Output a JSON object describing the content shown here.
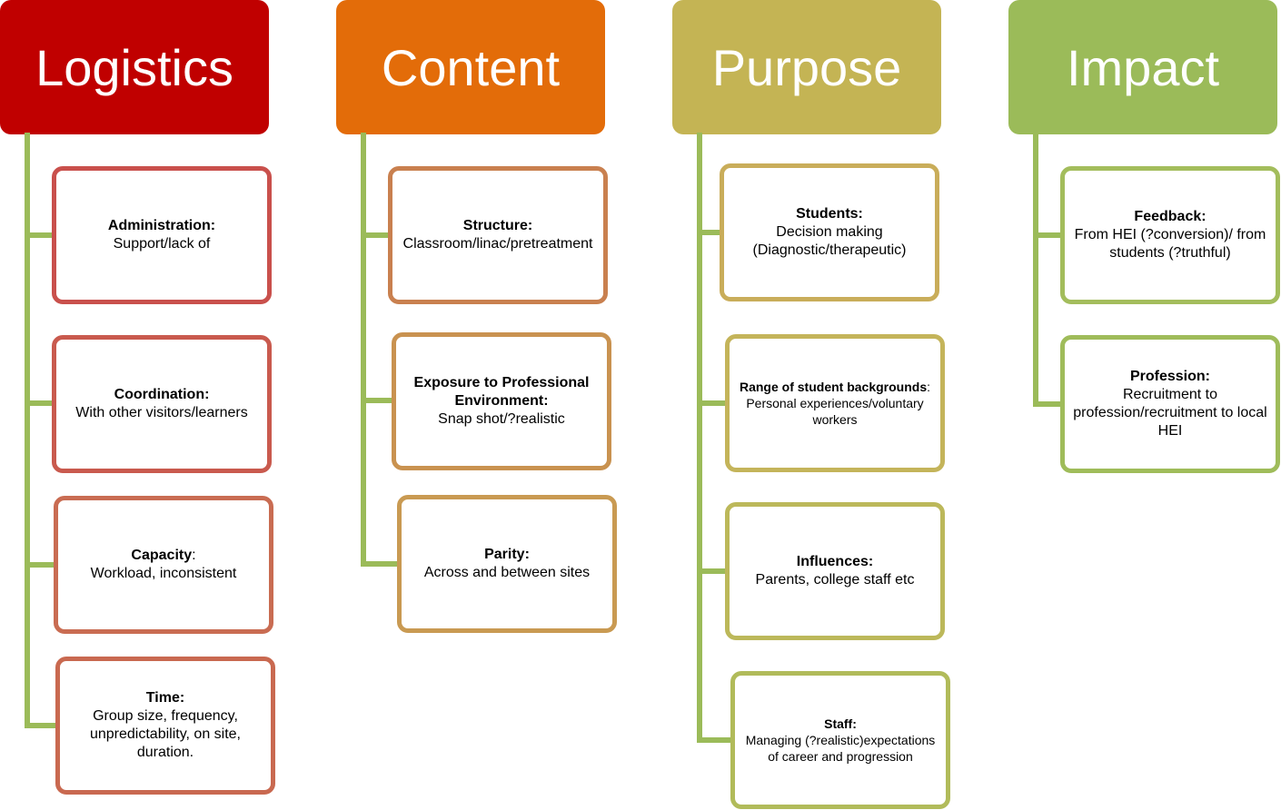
{
  "colors": {
    "logistics": "#c00000",
    "content": "#e36c09",
    "purpose": "#c4b454",
    "impact": "#9bbb59",
    "connector": "#9bbb59"
  },
  "columns": [
    {
      "header": "Logistics",
      "boxes": [
        {
          "title": "Administration:",
          "text": "Support/lack of"
        },
        {
          "title": "Coordination:",
          "text": "With other visitors/learners"
        },
        {
          "title": "Capacity",
          "title_suffix": ":",
          "text": "Workload, inconsistent"
        },
        {
          "title": "Time:",
          "text": "Group size, frequency, unpredictability, on site, duration."
        }
      ]
    },
    {
      "header": "Content",
      "boxes": [
        {
          "title": "Structure:",
          "text": "Classroom/linac/pretreatment"
        },
        {
          "title": "Exposure to Professional Environment:",
          "text": "Snap shot/?realistic"
        },
        {
          "title": "Parity:",
          "text": "Across and between sites"
        }
      ]
    },
    {
      "header": "Purpose",
      "boxes": [
        {
          "title": "Students:",
          "text": "Decision making (Diagnostic/therapeutic)"
        },
        {
          "title": "Range of student backgrounds",
          "title_suffix": ":",
          "text": "Personal experiences/voluntary workers"
        },
        {
          "title": "Influences:",
          "text": "Parents, college staff etc"
        },
        {
          "title": "Staff:",
          "text": "Managing (?realistic)expectations of career and progression"
        }
      ]
    },
    {
      "header": "Impact",
      "boxes": [
        {
          "title": "Feedback:",
          "text": "From HEI (?conversion)/ from students (?truthful)"
        },
        {
          "title": "Profession:",
          "text": "Recruitment to profession/recruitment to local HEI"
        }
      ]
    }
  ]
}
